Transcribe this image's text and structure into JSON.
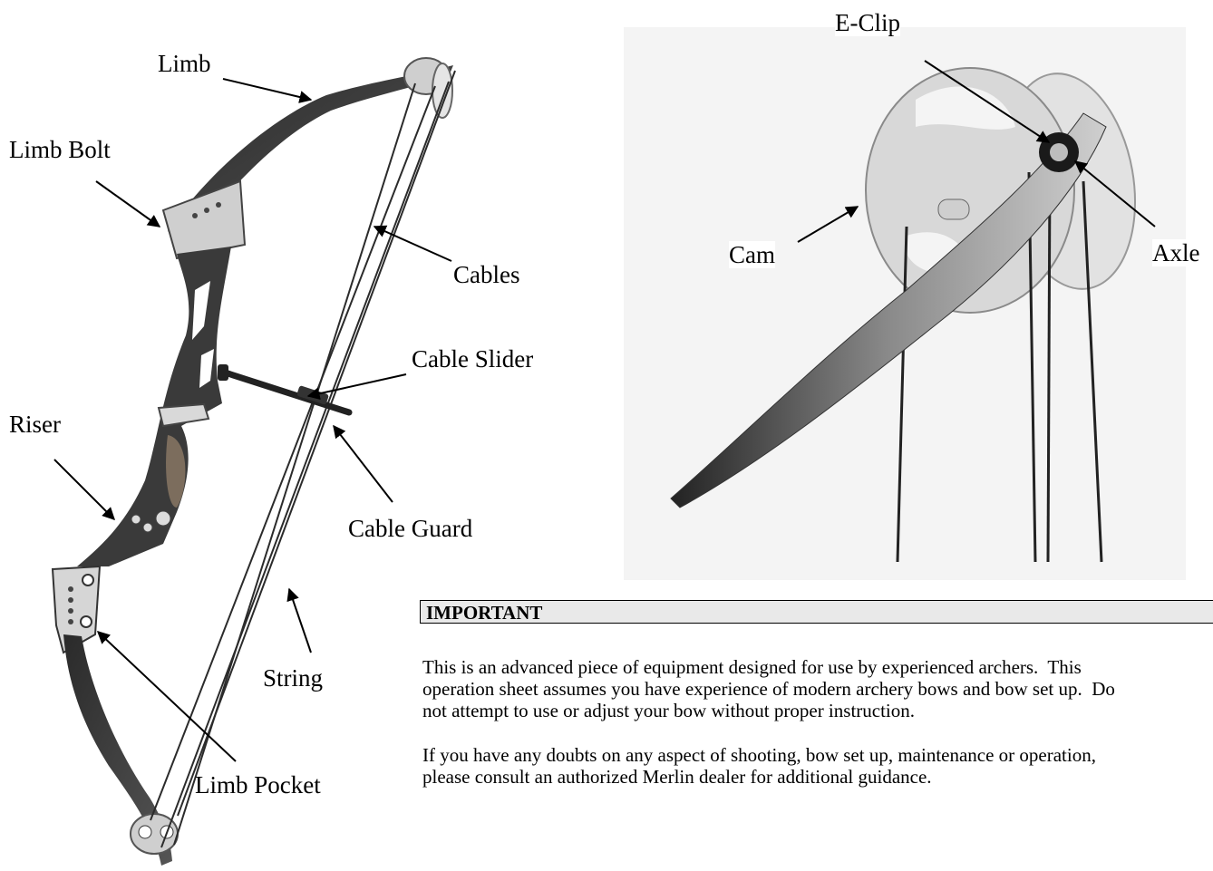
{
  "bow_labels": {
    "limb": "Limb",
    "limb_bolt": "Limb Bolt",
    "cables": "Cables",
    "cable_slider": "Cable Slider",
    "riser": "Riser",
    "cable_guard": "Cable Guard",
    "string": "String",
    "limb_pocket": "Limb Pocket"
  },
  "cam_labels": {
    "e_clip": "E-Clip",
    "cam": "Cam",
    "axle": "Axle"
  },
  "notice": {
    "heading": "IMPORTANT",
    "para1_line1": "This is an advanced piece of equipment designed for use by experienced archers.  This",
    "para1_line2": "operation sheet assumes you have experience of modern archery bows and bow set up.  Do",
    "para1_line3": "not attempt to use or adjust your bow without proper instruction.",
    "para2_line1": "If you have any doubts on any aspect of shooting, bow set up, maintenance or operation,",
    "para2_line2": "please consult an authorized Merlin dealer for additional guidance."
  }
}
